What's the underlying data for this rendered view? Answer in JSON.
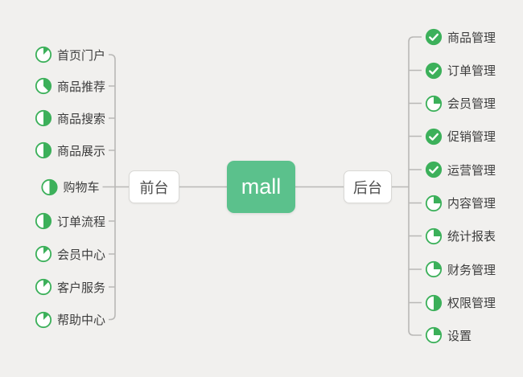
{
  "root": {
    "label": "mall"
  },
  "branches": {
    "front": {
      "label": "前台",
      "items": [
        {
          "label": "首页门户",
          "status": "progress",
          "fraction": 0.125
        },
        {
          "label": "商品推荐",
          "status": "progress",
          "fraction": 0.375
        },
        {
          "label": "商品搜索",
          "status": "progress",
          "fraction": 0.5
        },
        {
          "label": "商品展示",
          "status": "progress",
          "fraction": 0.5
        },
        {
          "label": "购物车",
          "status": "progress",
          "fraction": 0.5
        },
        {
          "label": "订单流程",
          "status": "progress",
          "fraction": 0.5
        },
        {
          "label": "会员中心",
          "status": "progress",
          "fraction": 0.125
        },
        {
          "label": "客户服务",
          "status": "progress",
          "fraction": 0.125
        },
        {
          "label": "帮助中心",
          "status": "progress",
          "fraction": 0.125
        }
      ]
    },
    "back": {
      "label": "后台",
      "items": [
        {
          "label": "商品管理",
          "status": "done"
        },
        {
          "label": "订单管理",
          "status": "done"
        },
        {
          "label": "会员管理",
          "status": "progress",
          "fraction": 0.25
        },
        {
          "label": "促销管理",
          "status": "done"
        },
        {
          "label": "运营管理",
          "status": "done"
        },
        {
          "label": "内容管理",
          "status": "progress",
          "fraction": 0.25
        },
        {
          "label": "统计报表",
          "status": "progress",
          "fraction": 0.25
        },
        {
          "label": "财务管理",
          "status": "progress",
          "fraction": 0.25
        },
        {
          "label": "权限管理",
          "status": "progress",
          "fraction": 0.5
        },
        {
          "label": "设置",
          "status": "progress",
          "fraction": 0.25
        }
      ]
    }
  },
  "icons": {
    "done": "check-circle-icon",
    "progress": "pie-progress-icon"
  },
  "colors": {
    "background": "#f1f0ee",
    "root_fill": "#5bc18c",
    "icon_green": "#3cb05a",
    "line": "#b9b8b6",
    "text": "#3d3d3d"
  }
}
